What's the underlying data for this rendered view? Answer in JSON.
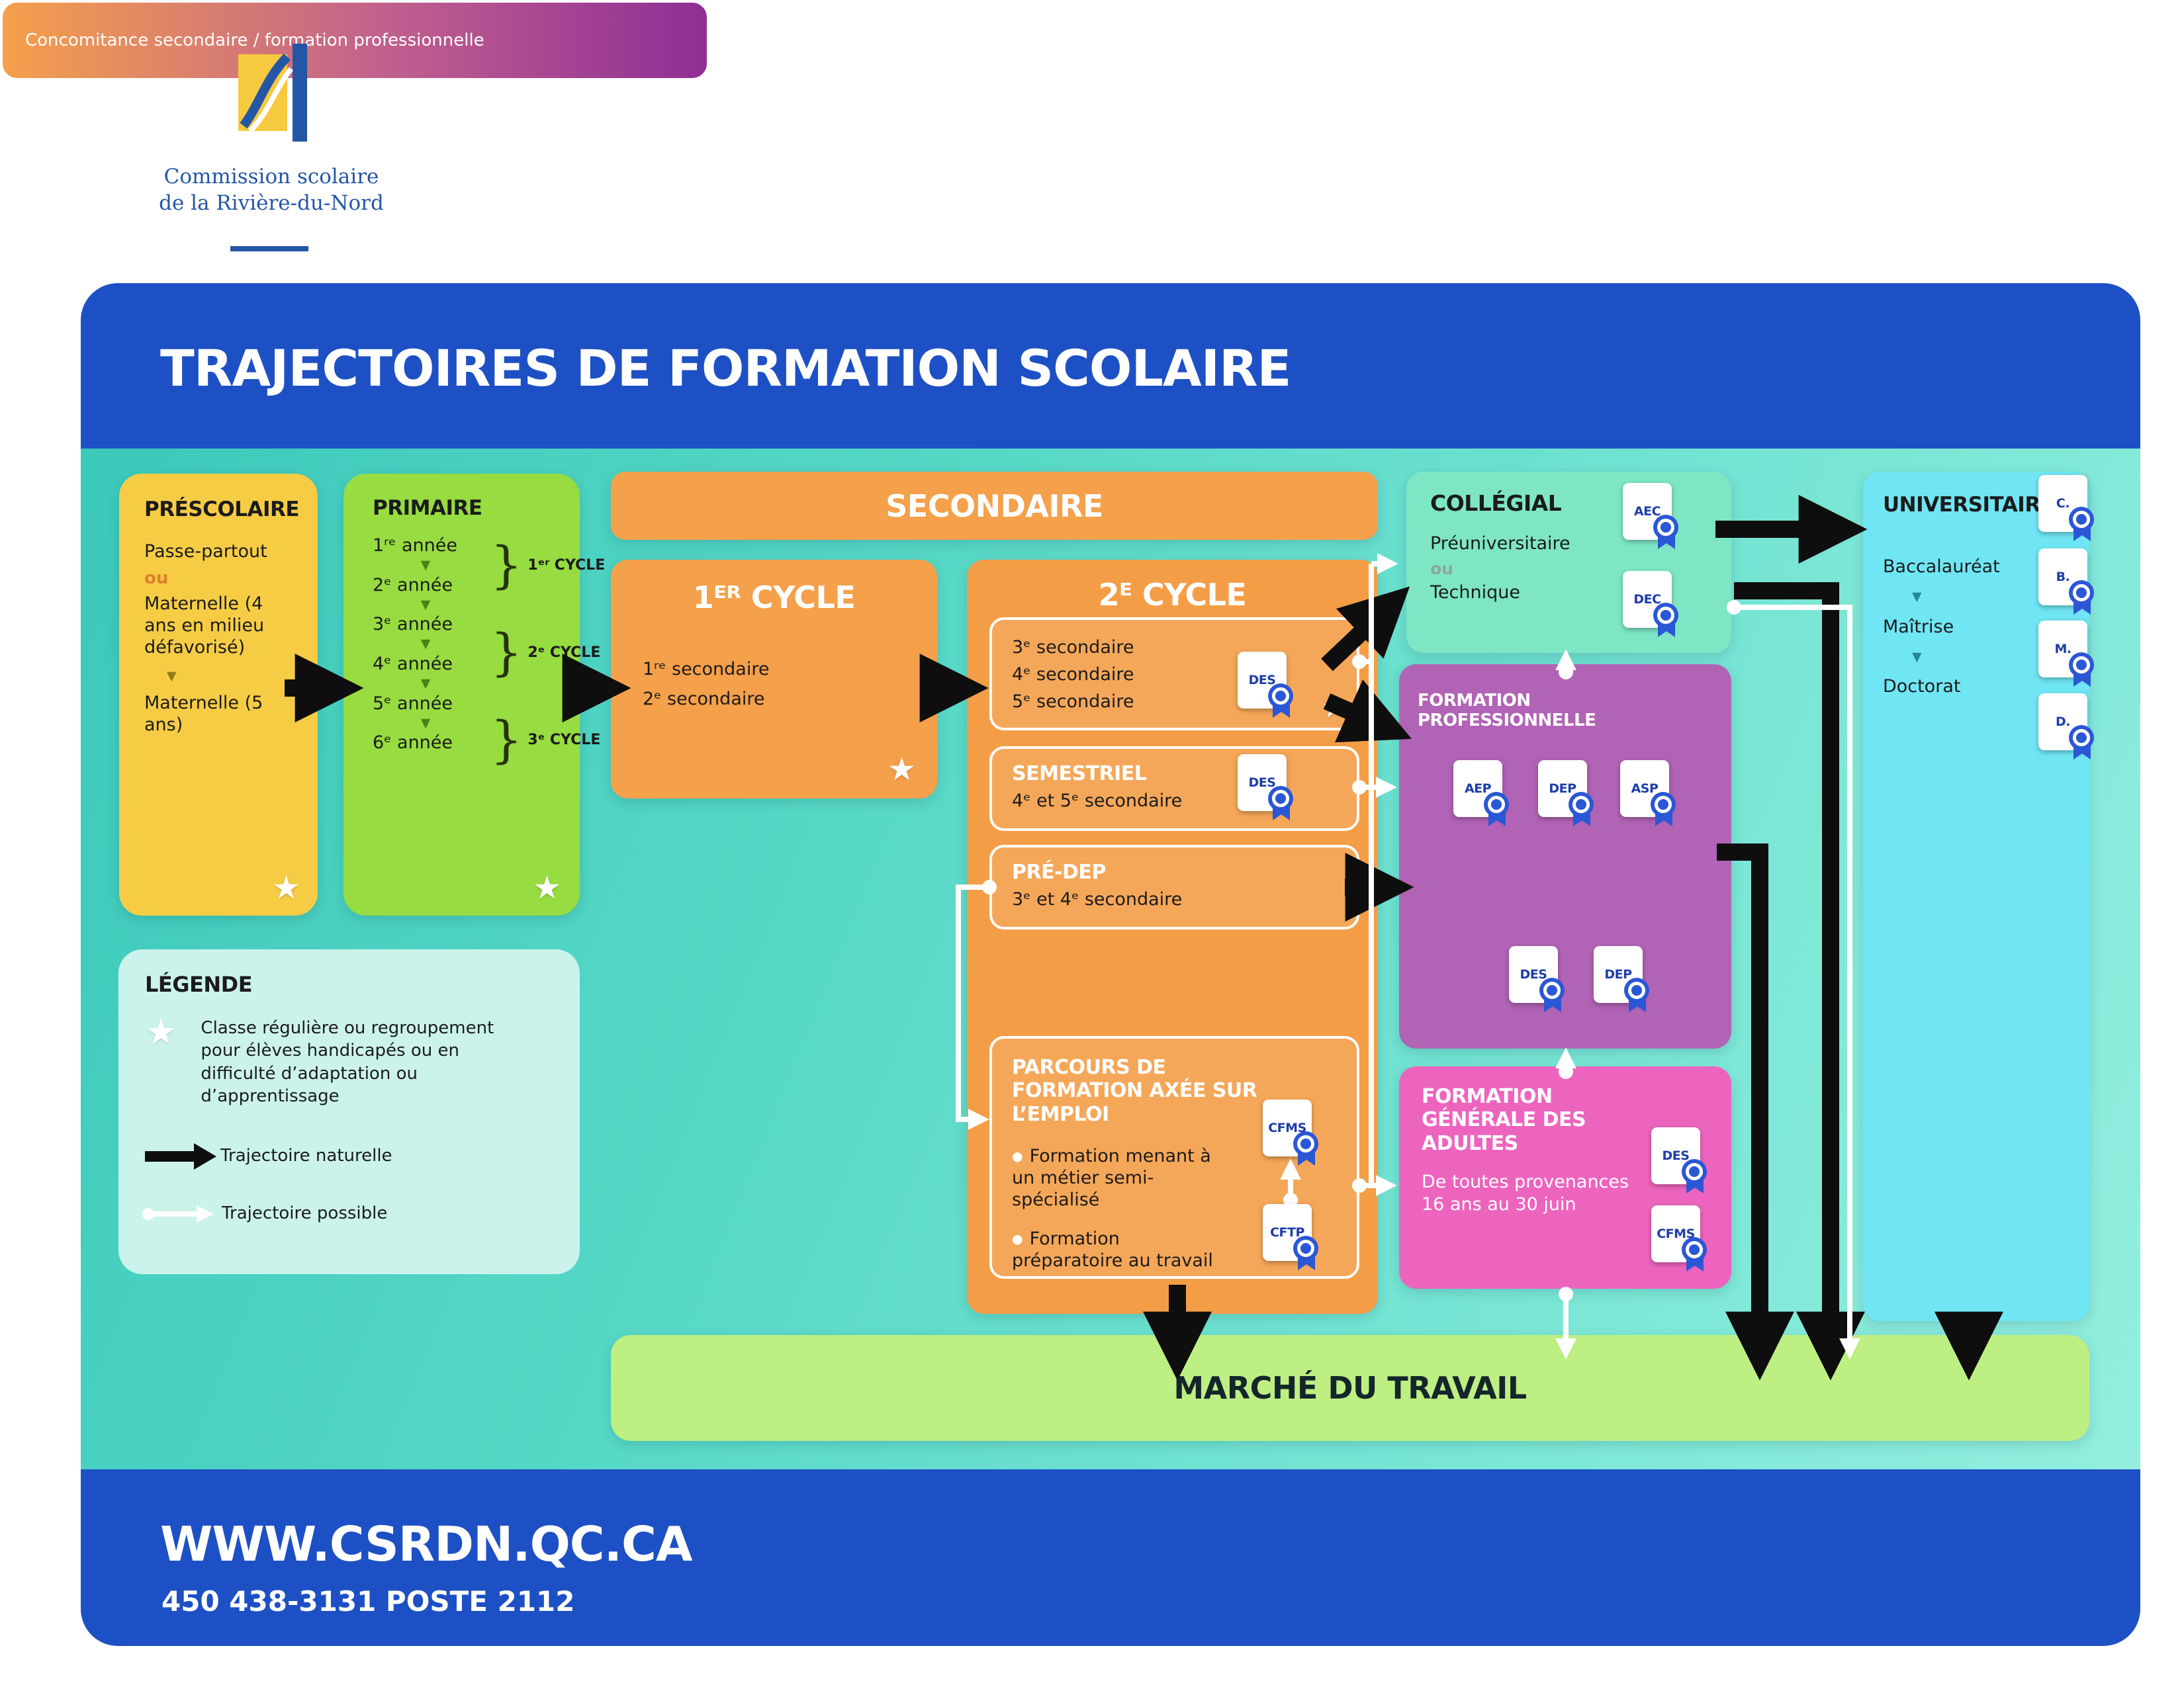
{
  "colors": {
    "panel_blue": "#1D50C4",
    "teal_background": "#55D7C6",
    "prescolaire_yellow": "#F7CC45",
    "primaire_green": "#97DC40",
    "secondaire_orange": "#F5A04B",
    "collegial_mint": "#7EE6C5",
    "formation_professionnelle_purple": "#B163B5",
    "formation_adultes_pink": "#ED64BE",
    "universitaire_cyan": "#70E6F4",
    "marche_green": "#BEEF83",
    "legende_pale": "#CBF3EC",
    "cert_blue": "#2a57d5"
  },
  "icons": {
    "down_triangle": "▼",
    "star": "★",
    "bullet": "●",
    "brace": "}"
  },
  "logo": {
    "line1": "Commission scolaire",
    "line2": "de la Rivière-du-Nord"
  },
  "header": {
    "title": "TRAJECTOIRES DE FORMATION SCOLAIRE"
  },
  "footer": {
    "website": "WWW.CSRDN.QC.CA",
    "phone": "450 438-3131 POSTE 2112"
  },
  "prescolaire": {
    "title": "PRÉSCOLAIRE",
    "option1": "Passe-partout",
    "or": "ou",
    "option2": "Maternelle (4 ans en milieu défavorisé)",
    "next": "Maternelle (5 ans)"
  },
  "primaire": {
    "title": "PRIMAIRE",
    "years": [
      "1ʳᵉ année",
      "2ᵉ année",
      "3ᵉ année",
      "4ᵉ année",
      "5ᵉ année",
      "6ᵉ année"
    ],
    "cycles": [
      "1ᵉʳ CYCLE",
      "2ᵉ CYCLE",
      "3ᵉ CYCLE"
    ]
  },
  "secondaire": {
    "banner": "SECONDAIRE",
    "cycle1": {
      "title": "1ᴱᴿ CYCLE",
      "lines": [
        "1ʳᵉ secondaire",
        "2ᵉ secondaire"
      ]
    },
    "cycle2": {
      "title": "2ᴱ CYCLE",
      "regulier": {
        "lines": [
          "3ᵉ secondaire",
          "4ᵉ secondaire",
          "5ᵉ secondaire"
        ],
        "cert": "DES"
      },
      "semestriel": {
        "title": "SEMESTRIEL",
        "line": "4ᵉ et 5ᵉ secondaire",
        "cert": "DES"
      },
      "predep": {
        "title": "PRÉ-DEP",
        "line": "3ᵉ et 4ᵉ secondaire"
      },
      "concomitance": {
        "label": "Concomitance secondaire / formation professionnelle",
        "cert1": "DES",
        "cert2": "DEP"
      },
      "parcours": {
        "title": "PARCOURS DE FORMATION AXÉE SUR L’EMPLOI",
        "item1": "Formation menant à un métier semi-spécialisé",
        "cert1": "CFMS",
        "item2": "Formation préparatoire au travail",
        "cert2": "CFTP"
      }
    }
  },
  "collegial": {
    "title": "COLLÉGIAL",
    "option1": "Préuniversitaire",
    "or": "ou",
    "option2": "Technique",
    "cert1": "AEC",
    "cert2": "DEC"
  },
  "formation_professionnelle": {
    "title": "FORMATION PROFESSIONNELLE",
    "cert1": "AEP",
    "cert2": "DEP",
    "cert3": "ASP"
  },
  "formation_adultes": {
    "title": "FORMATION GÉNÉRALE DES ADULTES",
    "line1": "De toutes provenances",
    "line2": "16 ans au 30 juin",
    "cert1": "DES",
    "cert2": "CFMS"
  },
  "universitaire": {
    "title": "UNIVERSITAIRE",
    "levels": [
      "Baccalauréat",
      "Maîtrise",
      "Doctorat"
    ],
    "certs": [
      "C.",
      "B.",
      "M.",
      "D."
    ]
  },
  "marche": {
    "title": "MARCHÉ DU TRAVAIL"
  },
  "legende": {
    "title": "LÉGENDE",
    "star": "Classe régulière ou regroupement pour élèves handicapés ou en difficulté d’adaptation ou d’apprentissage",
    "naturelle": "Trajectoire naturelle",
    "possible": "Trajectoire possible"
  }
}
